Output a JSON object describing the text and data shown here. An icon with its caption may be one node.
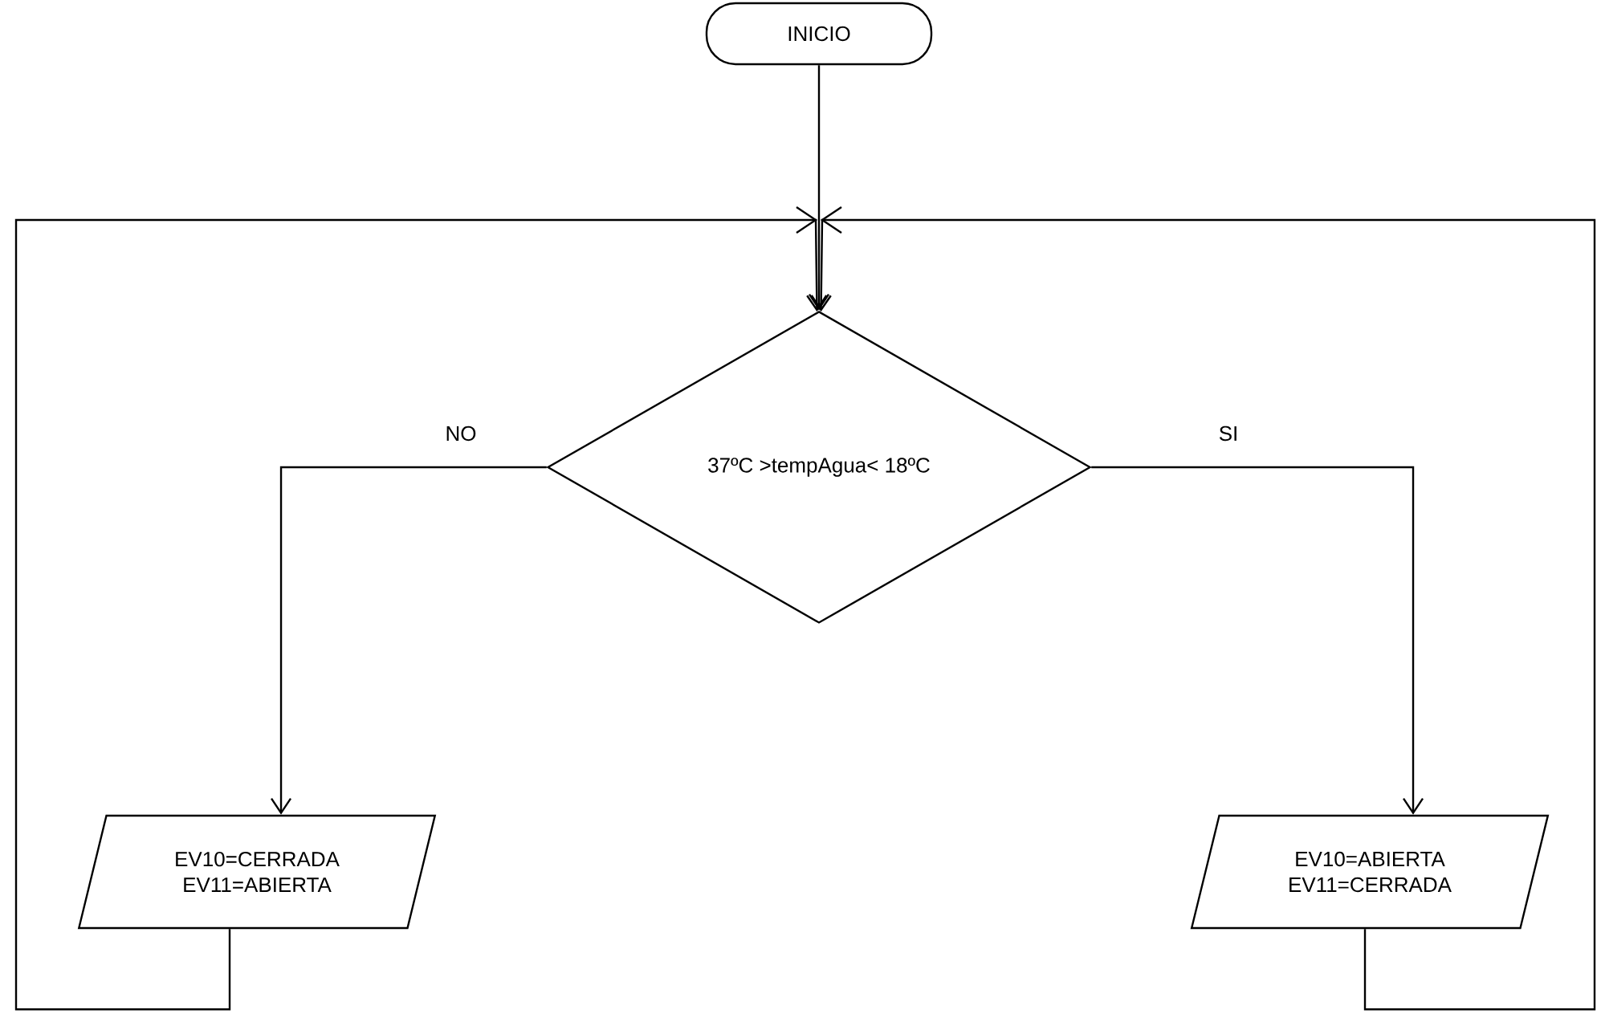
{
  "diagram": {
    "nodes": [
      {
        "text": [
          "INICIO"
        ]
      },
      {
        "text": [
          "37ºC >tempAgua< 18ºC"
        ]
      },
      {
        "text": [
          "EV10=CERRADA EV11=ABIERTA"
        ]
      },
      {
        "text": [
          "EV10=ABIERTA EV11=CERRADA"
        ]
      }
    ],
    "edges": [
      {
        "from": 0,
        "to": 1,
        "arrow": "to"
      },
      {
        "from": 1,
        "to": 2,
        "arrow": "to",
        "label": "NO"
      },
      {
        "from": 1,
        "to": 3,
        "arrow": "to",
        "label": "SI"
      },
      {
        "from": 2,
        "to": 1,
        "arrow": "to"
      },
      {
        "from": 3,
        "to": 1,
        "arrow": "to"
      }
    ]
  }
}
